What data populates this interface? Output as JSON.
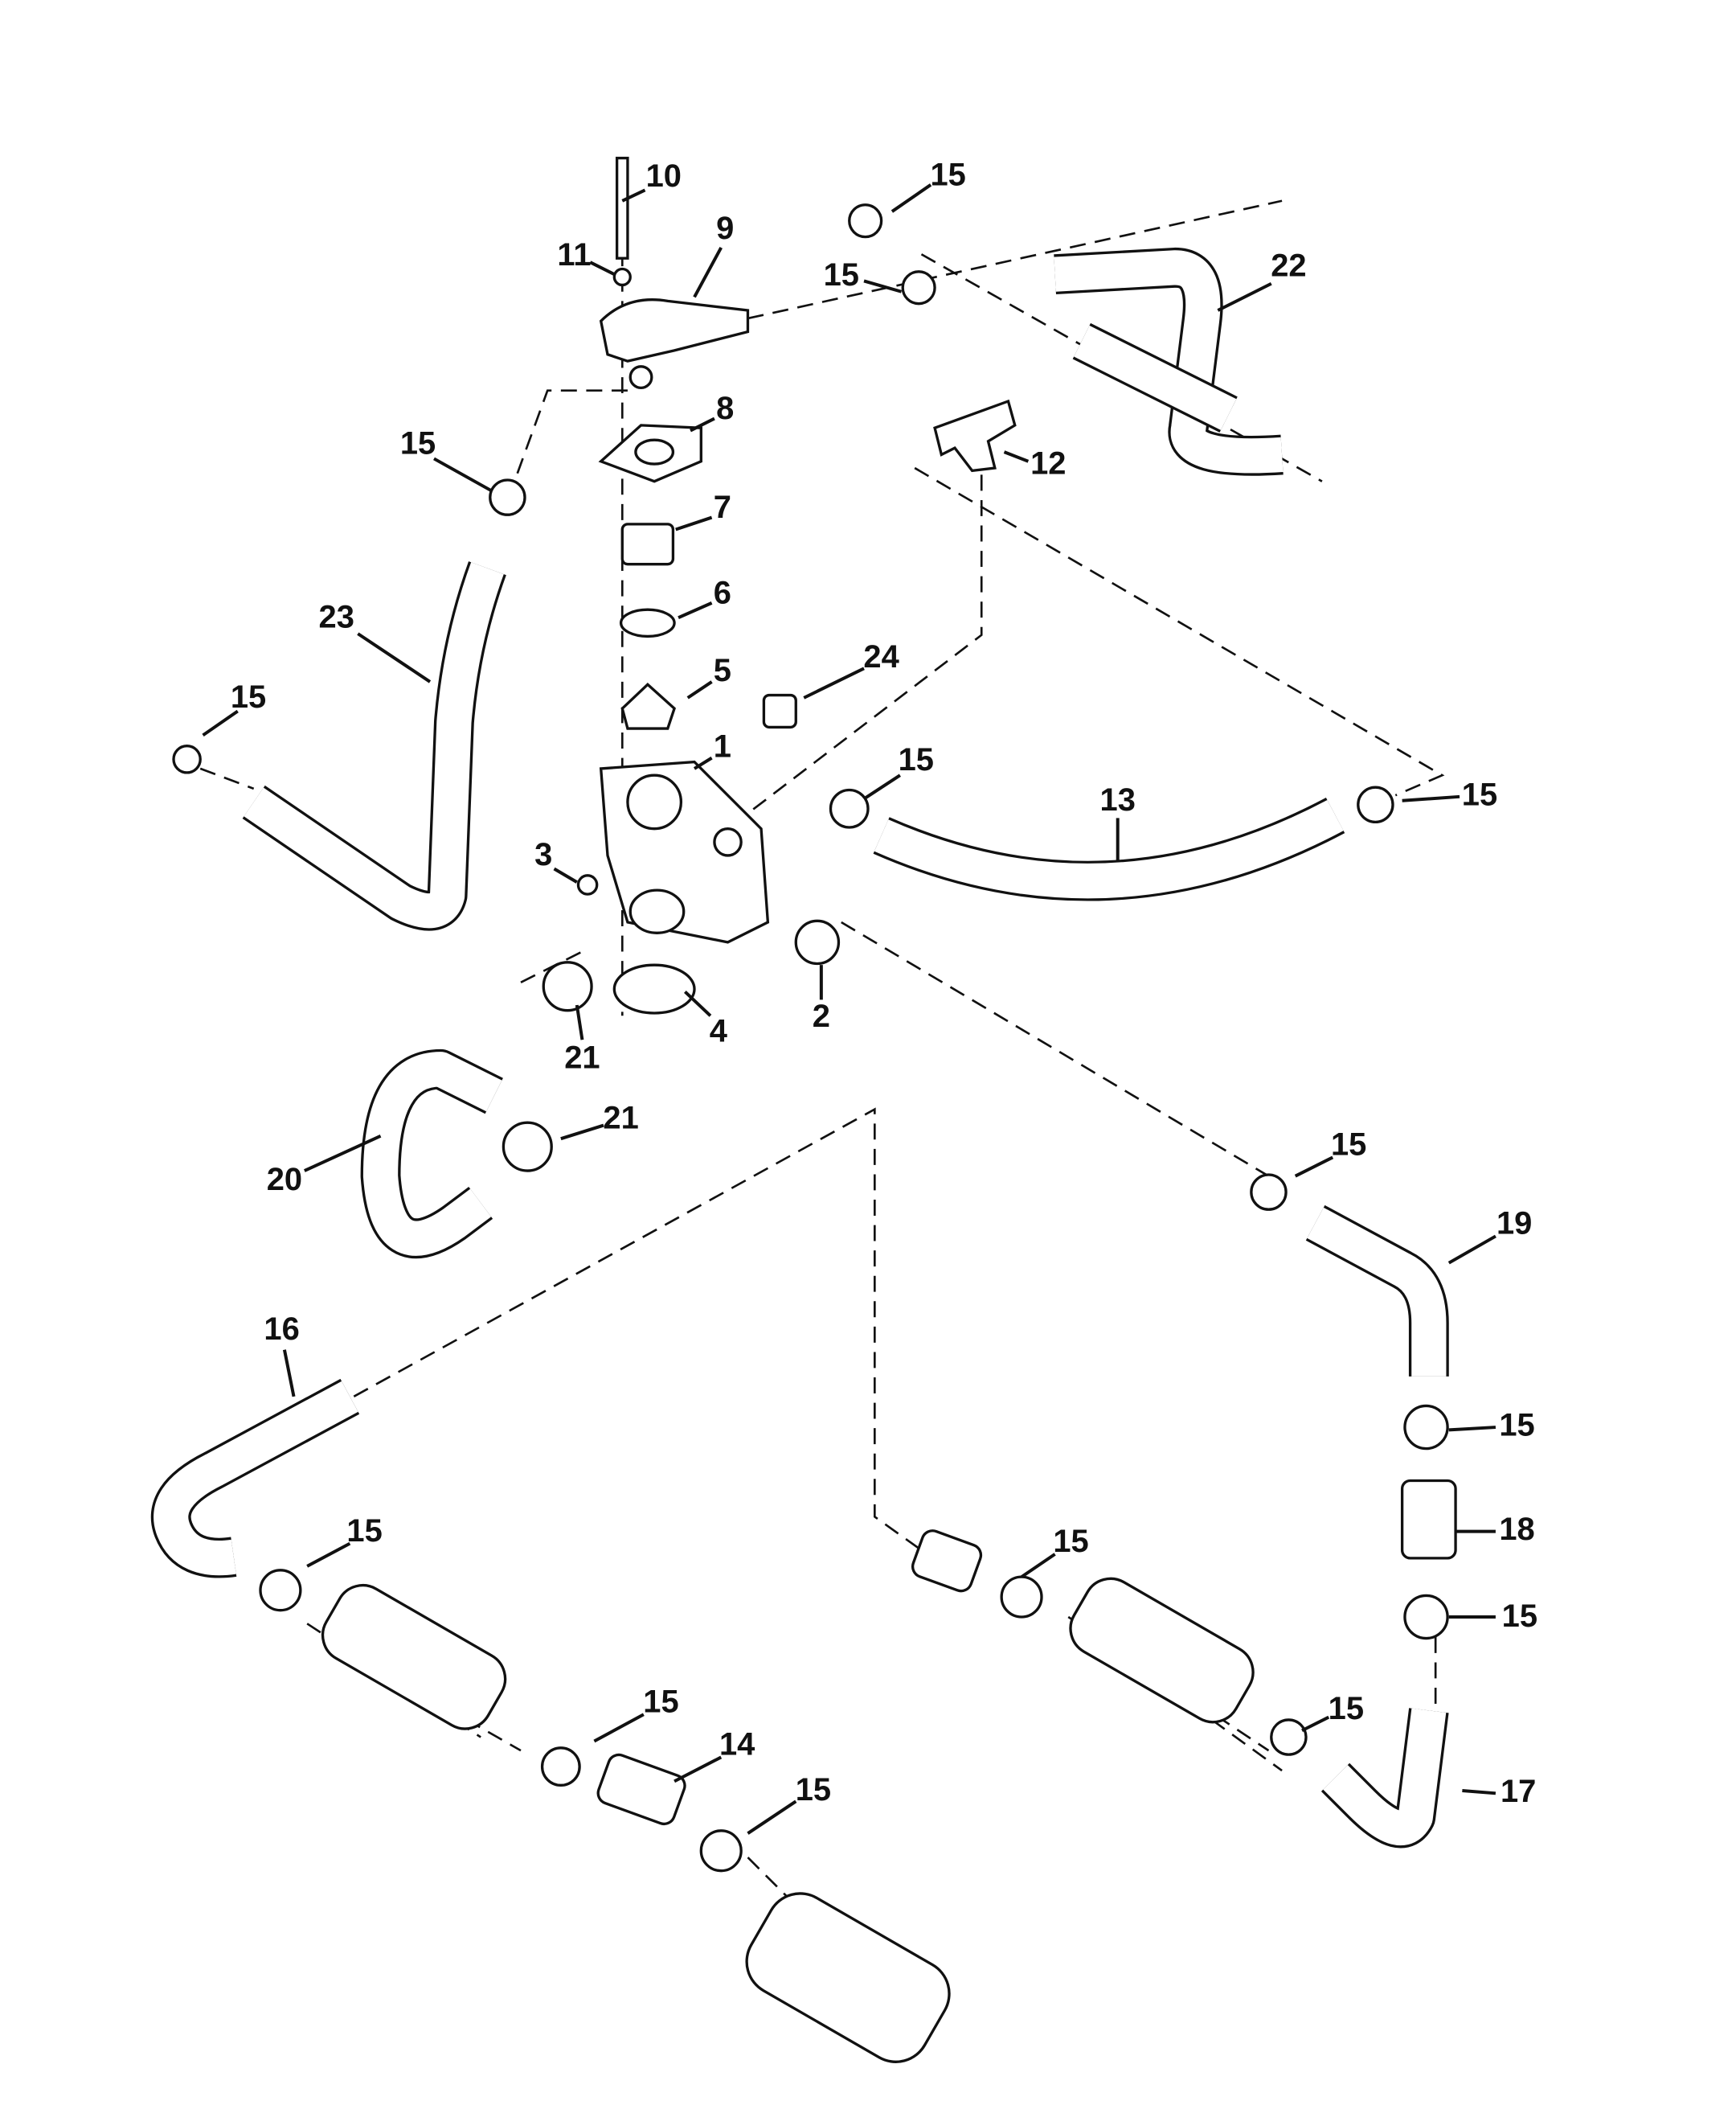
{
  "diagram": {
    "type": "exploded parts diagram",
    "line_color": "#111111",
    "background": "#ffffff",
    "callouts": [
      "10",
      "9",
      "11",
      "15",
      "15",
      "22",
      "8",
      "15",
      "12",
      "7",
      "6",
      "23",
      "24",
      "5",
      "15",
      "1",
      "15",
      "13",
      "15",
      "3",
      "21",
      "4",
      "2",
      "21",
      "20",
      "15",
      "19",
      "16",
      "15",
      "18",
      "15",
      "15",
      "15",
      "15",
      "14",
      "15",
      "15",
      "17"
    ]
  }
}
